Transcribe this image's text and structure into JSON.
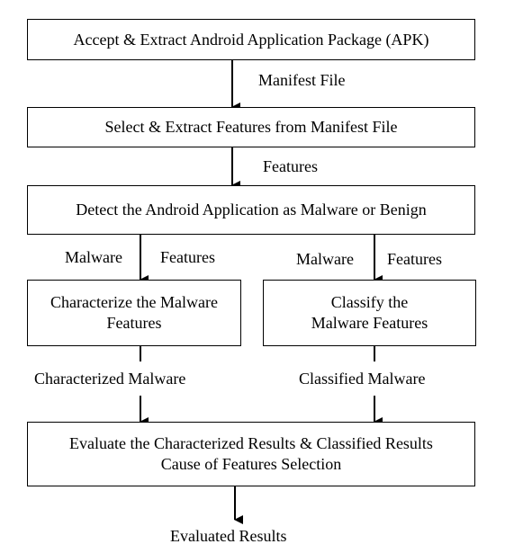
{
  "boxes": {
    "accept_extract": {
      "lines": [
        "Accept & Extract Android Application Package (APK)"
      ]
    },
    "select_extract": {
      "lines": [
        "Select & Extract Features from Manifest File"
      ]
    },
    "detect": {
      "lines": [
        "Detect the Android Application as Malware or Benign"
      ]
    },
    "characterize": {
      "lines": [
        "Characterize the Malware",
        "Features"
      ]
    },
    "classify": {
      "lines": [
        "Classify the",
        "Malware Features"
      ]
    },
    "evaluate": {
      "lines": [
        "Evaluate the Characterized Results & Classified Results",
        "Cause of Features Selection"
      ]
    }
  },
  "labels": {
    "manifest_file": "Manifest File",
    "features_1": "Features",
    "malware_left": "Malware",
    "features_left": "Features",
    "malware_right": "Malware",
    "features_right": "Features",
    "characterized_malware": "Characterized Malware",
    "classified_malware": "Classified Malware",
    "evaluated_results": "Evaluated Results"
  }
}
